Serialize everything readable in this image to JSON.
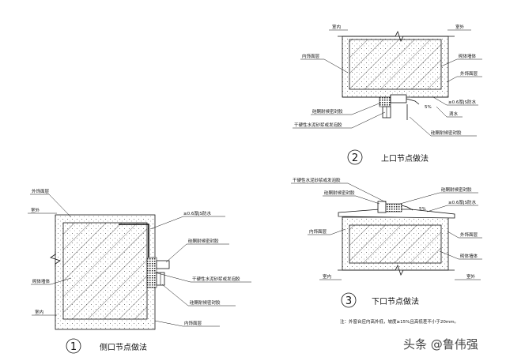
{
  "detail_side": {
    "number": "1",
    "title": "侧口节点做法",
    "labels": {
      "exterior_finish": "外饰面层",
      "outdoor": "室外",
      "waterproof": "≥0.6厚JS防水",
      "silicone_sealant": "硅酮耐候密封胶",
      "mortar_fill": "干硬性水泥砂浆或发泡胶",
      "silicone_sealant_2": "硅酮耐候密封胶",
      "wall": "砌体墙体",
      "indoor": "室内",
      "interior_finish": "内饰面层"
    }
  },
  "detail_top": {
    "number": "2",
    "title": "上口节点做法",
    "labels": {
      "indoor": "室内",
      "outdoor": "室外",
      "interior_finish": "内饰面层",
      "wall": "砌体墙体",
      "exterior_finish": "外饰面层",
      "waterproof": "≥0.6厚JS防水",
      "drip": "滴水",
      "slope": "5%",
      "silicone_sealant": "硅酮耐候密封胶",
      "mortar_fill": "干硬性水泥砂浆或发泡胶",
      "silicone_sealant_2": "硅酮耐候密封胶"
    }
  },
  "detail_bottom": {
    "number": "3",
    "title": "下口节点做法",
    "labels": {
      "mortar_fill": "干硬性水泥砂浆或发泡胶",
      "silicone_sealant_left": "硅酮耐候密封胶",
      "silicone_sealant_right": "硅酮耐候密封胶",
      "waterproof": "≥0.6厚JS防水",
      "slope": "5%",
      "interior_finish": "内饰面层",
      "exterior_finish": "外饰面层",
      "wall": "砌体墙体",
      "indoor": "室内",
      "outdoor": "室外"
    },
    "note": "注：外窗台应内高外低，坡度≥15%且高低差不小于20mm。"
  },
  "watermark": "头条 @鲁伟强",
  "colors": {
    "line": "#111111",
    "hatch": "#333333",
    "background": "#ffffff"
  }
}
